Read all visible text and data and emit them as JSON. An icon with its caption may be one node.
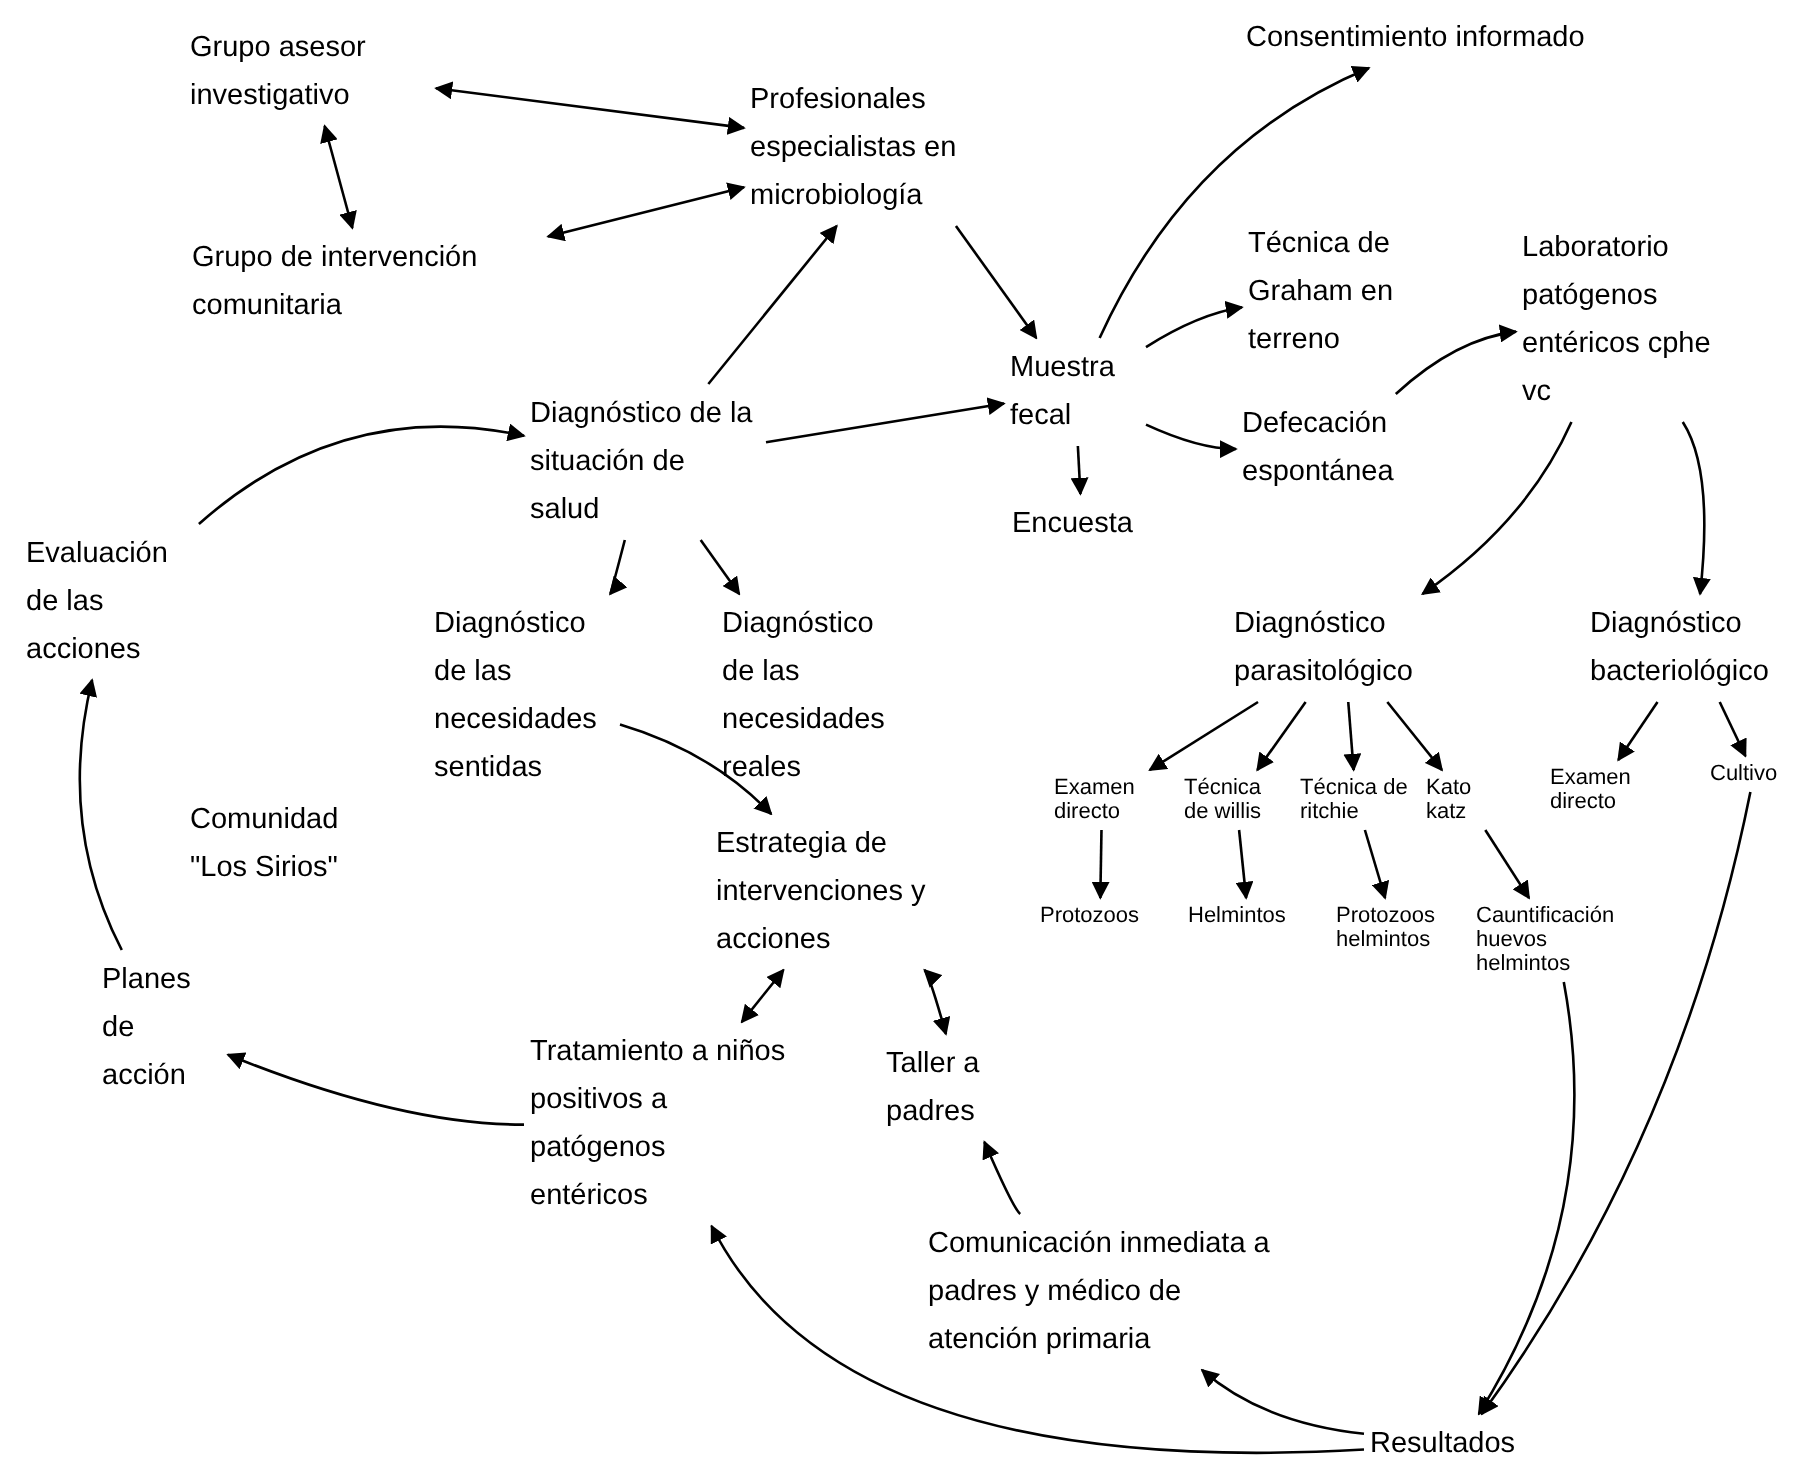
{
  "diagram": {
    "nodes": [
      {
        "text": [
          "Grupo asesor investigativo"
        ]
      },
      {
        "text": [
          "Profesionales especialistas en microbiología"
        ]
      },
      {
        "text": [
          "Grupo de intervención comunitaria"
        ]
      },
      {
        "text": [
          "Consentimiento informado"
        ]
      },
      {
        "text": [
          "Muestra fecal"
        ]
      },
      {
        "text": [
          "Técnica de Graham en terreno"
        ]
      },
      {
        "text": [
          "Laboratorio patógenos entéricos cphe vc"
        ]
      },
      {
        "text": [
          "Diagnóstico de la situación de salud"
        ]
      },
      {
        "text": [
          "Defecación espontánea"
        ]
      },
      {
        "text": [
          "Encuesta"
        ]
      },
      {
        "text": [
          "Evaluación de las acciones"
        ]
      },
      {
        "text": [
          "Diagnóstico de las necesidades sentidas"
        ]
      },
      {
        "text": [
          "Diagnóstico de las necesidades reales"
        ]
      },
      {
        "text": [
          "Diagnóstico parasitológico"
        ]
      },
      {
        "text": [
          "Diagnóstico bacteriológico"
        ]
      },
      {
        "text": [
          "Examen directo"
        ]
      },
      {
        "text": [
          "Técnica de willis"
        ]
      },
      {
        "text": [
          "Técnica de ritchie"
        ]
      },
      {
        "text": [
          "Kato katz"
        ]
      },
      {
        "text": [
          "Examen directo"
        ]
      },
      {
        "text": [
          "Cultivo"
        ]
      },
      {
        "text": [
          "Protozoos"
        ]
      },
      {
        "text": [
          "Helmintos"
        ]
      },
      {
        "text": [
          "Protozoos helmintos"
        ]
      },
      {
        "text": [
          "Cauntificación huevos helmintos"
        ]
      },
      {
        "text": [
          "Estrategia de intervenciones y acciones"
        ]
      },
      {
        "text": [
          "Planes de acción"
        ]
      },
      {
        "text": [
          "Tratamiento a niños positivos a patógenos entéricos"
        ]
      },
      {
        "text": [
          "Taller a padres"
        ]
      },
      {
        "text": [
          "Comunicación inmediata a padres y médico de atención primaria"
        ]
      },
      {
        "text": [
          "Resultados"
        ]
      }
    ],
    "edges": [
      {
        "from": 0,
        "to": 1,
        "arrow": "both"
      },
      {
        "from": 0,
        "to": 2,
        "arrow": "both"
      },
      {
        "from": 1,
        "to": 2,
        "arrow": "both"
      },
      {
        "from": 7,
        "to": 1,
        "arrow": "to"
      },
      {
        "from": 7,
        "to": 4,
        "arrow": "to"
      },
      {
        "from": 1,
        "to": 4,
        "arrow": "to"
      },
      {
        "from": 4,
        "to": 3,
        "arrow": "to"
      },
      {
        "from": 4,
        "to": 5,
        "arrow": "to"
      },
      {
        "from": 4,
        "to": 8,
        "arrow": "to"
      },
      {
        "from": 4,
        "to": 9,
        "arrow": "to"
      },
      {
        "from": 8,
        "to": 6,
        "arrow": "to"
      },
      {
        "from": 6,
        "to": 13,
        "arrow": "to"
      },
      {
        "from": 6,
        "to": 14,
        "arrow": "to"
      },
      {
        "from": 10,
        "to": 7,
        "arrow": "to"
      },
      {
        "from": 7,
        "to": 11,
        "arrow": "to"
      },
      {
        "from": 7,
        "to": 12,
        "arrow": "to"
      },
      {
        "from": 13,
        "to": 15,
        "arrow": "to"
      },
      {
        "from": 13,
        "to": 16,
        "arrow": "to"
      },
      {
        "from": 13,
        "to": 17,
        "arrow": "to"
      },
      {
        "from": 13,
        "to": 18,
        "arrow": "to"
      },
      {
        "from": 14,
        "to": 19,
        "arrow": "to"
      },
      {
        "from": 14,
        "to": 20,
        "arrow": "to"
      },
      {
        "from": 15,
        "to": 21,
        "arrow": "to"
      },
      {
        "from": 16,
        "to": 22,
        "arrow": "to"
      },
      {
        "from": 17,
        "to": 23,
        "arrow": "to"
      },
      {
        "from": 18,
        "to": 24,
        "arrow": "to"
      },
      {
        "from": 24,
        "to": 30,
        "arrow": "to"
      },
      {
        "from": 20,
        "to": 30,
        "arrow": "to"
      },
      {
        "from": 11,
        "to": 25,
        "arrow": "to"
      },
      {
        "from": 25,
        "to": 27,
        "arrow": "both"
      },
      {
        "from": 25,
        "to": 28,
        "arrow": "both"
      },
      {
        "from": 27,
        "to": 26,
        "arrow": "to"
      },
      {
        "from": 26,
        "to": 10,
        "arrow": "to"
      },
      {
        "from": 29,
        "to": 28,
        "arrow": "to"
      },
      {
        "from": 30,
        "to": 29,
        "arrow": "to"
      },
      {
        "from": 30,
        "to": 27,
        "arrow": "to"
      }
    ],
    "labels": [
      "Comunidad \"Los Sirios\""
    ]
  }
}
